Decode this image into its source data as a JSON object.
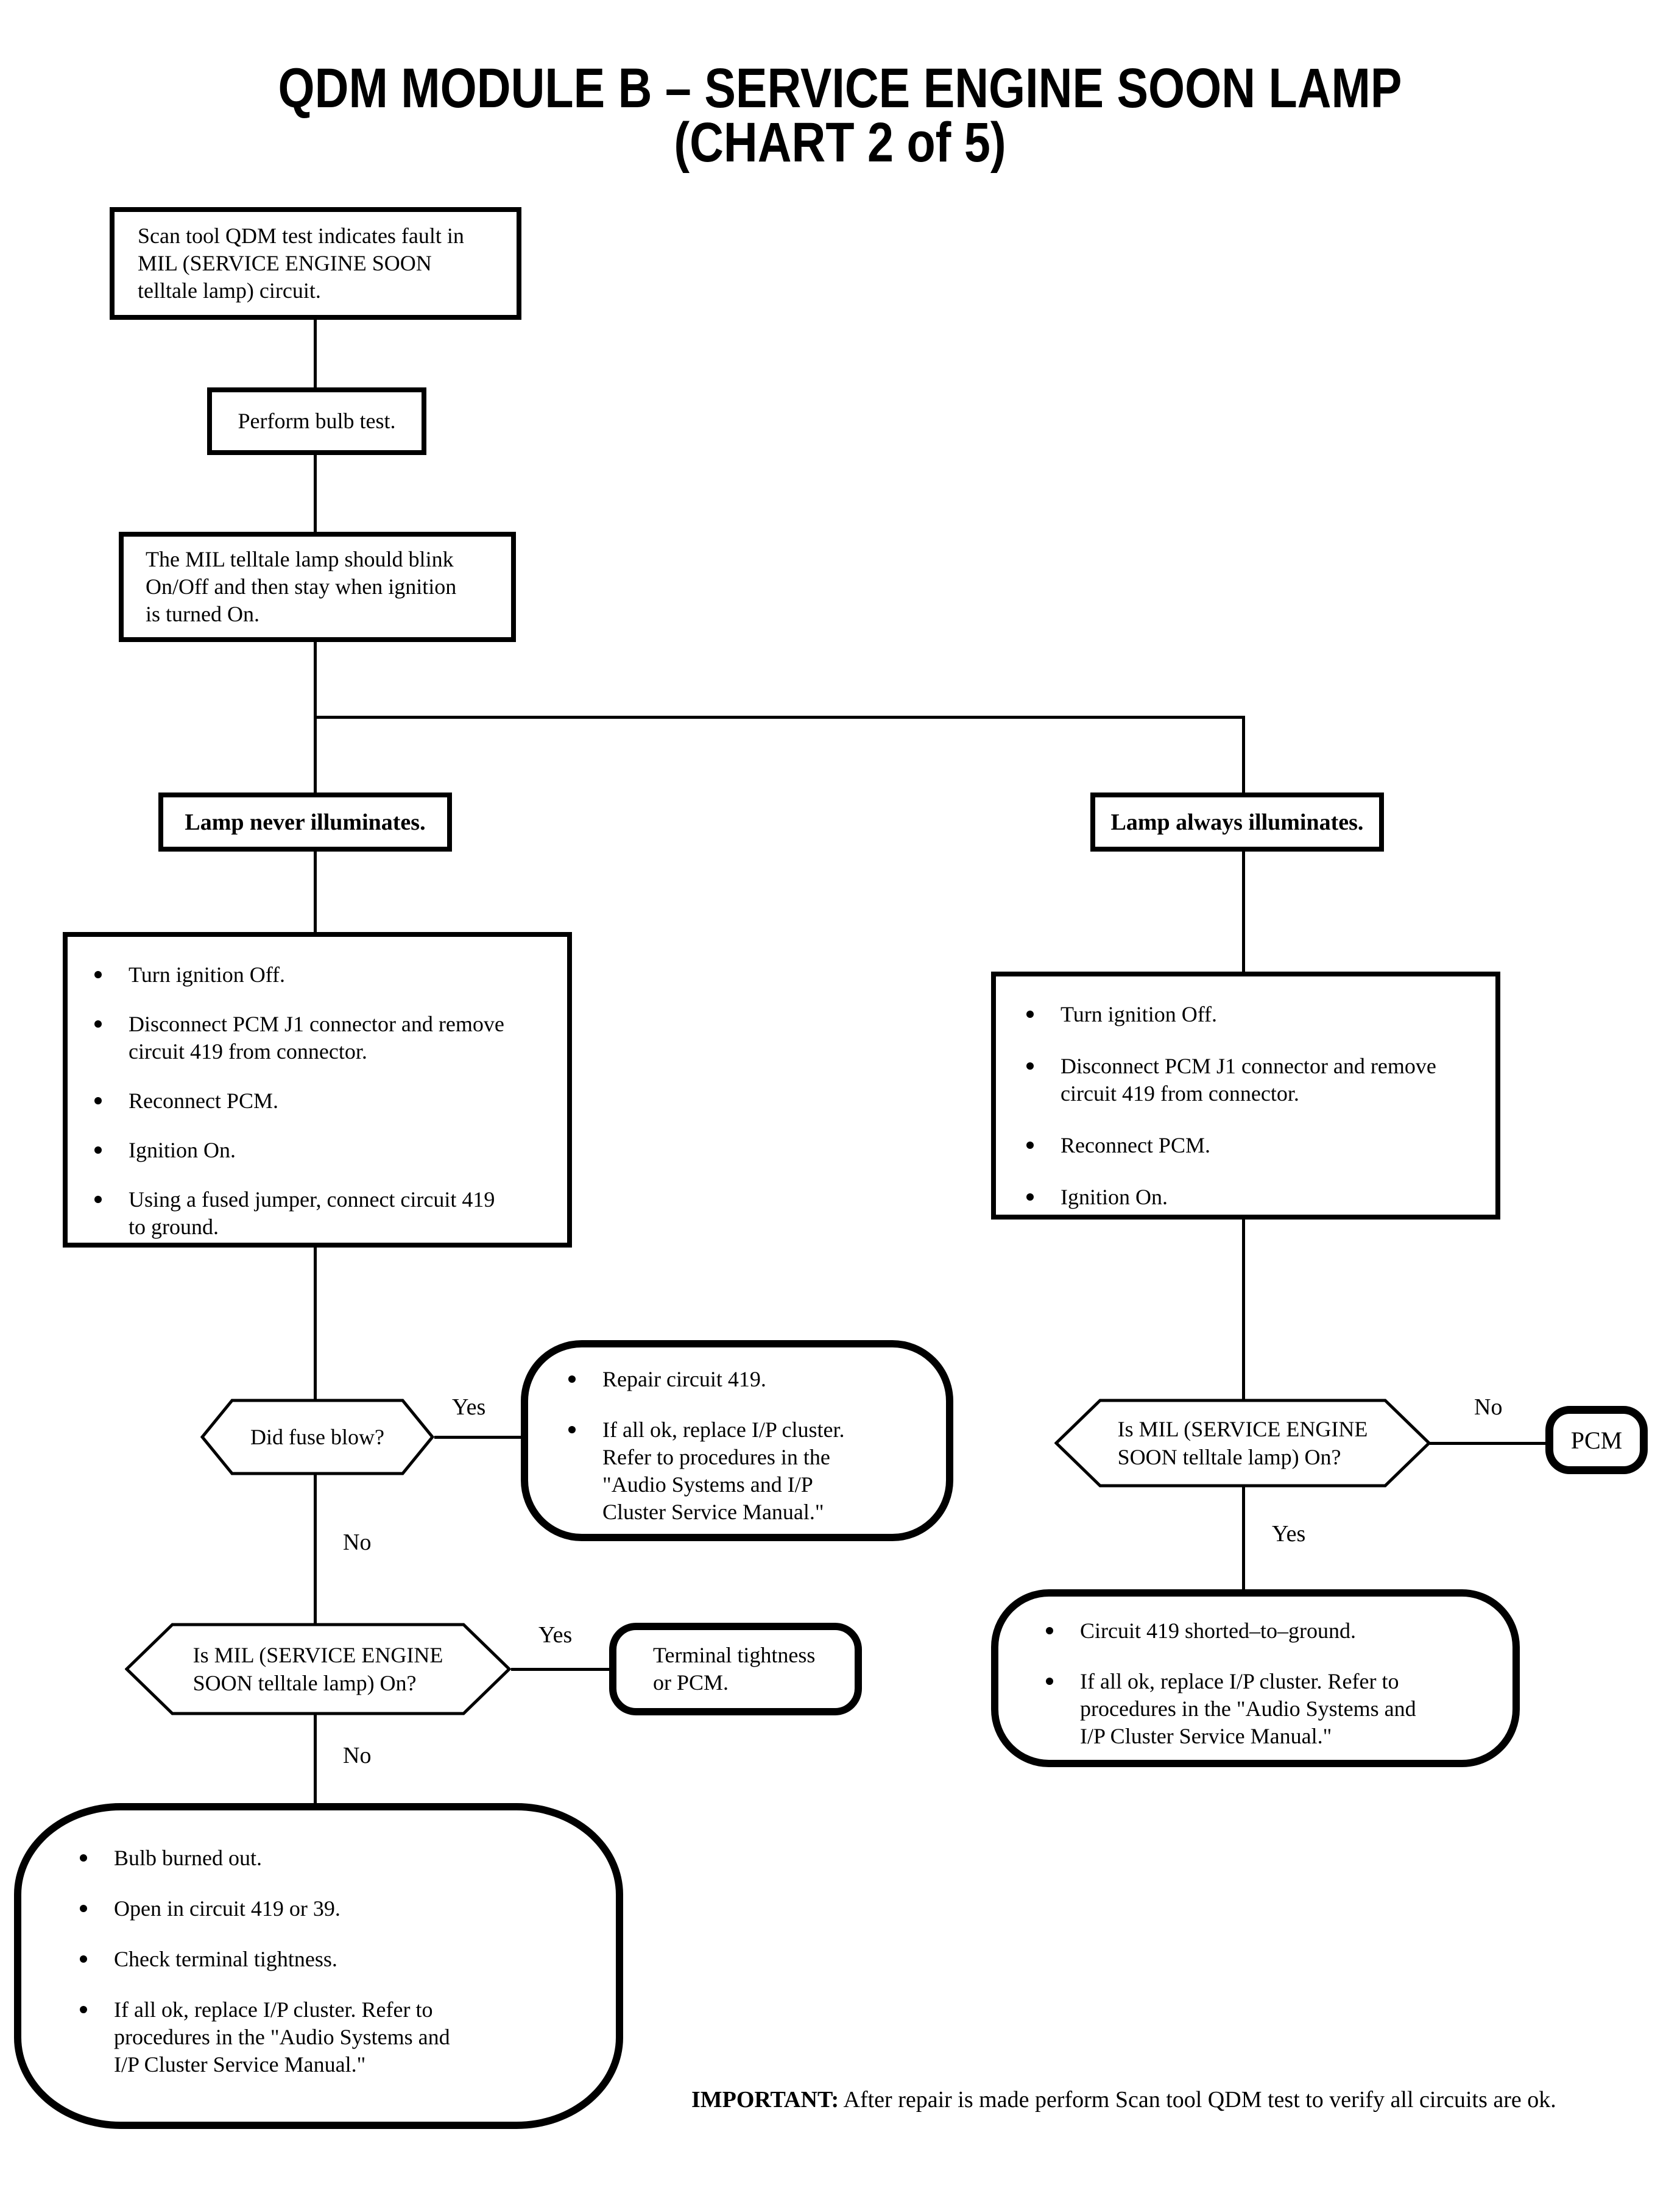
{
  "colors": {
    "ink": "#000000",
    "paper": "#ffffff"
  },
  "title": {
    "line1": "QDM MODULE B – SERVICE ENGINE SOON LAMP",
    "line2": "(CHART 2 of 5)"
  },
  "flow": {
    "start": "Scan tool QDM test indicates fault in\nMIL (SERVICE ENGINE SOON\ntelltale lamp) circuit.",
    "bulb_test": "Perform bulb test.",
    "blink": "The MIL telltale lamp should blink\nOn/Off and then stay when ignition\nis turned On.",
    "branch_left_label": "Lamp never illuminates.",
    "branch_right_label": "Lamp always illuminates.",
    "left_steps": {
      "items": [
        "Turn ignition Off.",
        "Disconnect PCM J1 connector and remove\ncircuit 419 from connector.",
        "Reconnect PCM.",
        "Ignition On.",
        "Using a fused jumper, connect circuit 419\nto ground."
      ]
    },
    "right_steps": {
      "items": [
        "Turn ignition Off.",
        "Disconnect PCM J1 connector and remove\ncircuit 419 from connector.",
        "Reconnect PCM.",
        "Ignition On."
      ]
    },
    "q_fuse": "Did fuse blow?",
    "fuse_yes_result": {
      "items": [
        "Repair circuit 419.",
        "If all ok, replace I/P cluster.\nRefer to procedures in the\n\"Audio Systems and I/P\nCluster Service Manual.\""
      ]
    },
    "q_mil_left": "Is MIL (SERVICE ENGINE\nSOON telltale lamp) On?",
    "mil_left_yes_result": "Terminal tightness\nor PCM.",
    "mil_left_no_result": {
      "items": [
        "Bulb burned out.",
        "Open in circuit 419 or 39.",
        "Check terminal tightness.",
        "If all ok, replace I/P cluster. Refer to\nprocedures in the \"Audio Systems and\nI/P Cluster Service Manual.\""
      ]
    },
    "q_mil_right": "Is MIL (SERVICE ENGINE\nSOON telltale lamp) On?",
    "mil_right_no_result": "PCM",
    "mil_right_yes_result": {
      "items": [
        "Circuit 419 shorted–to–ground.",
        "If all ok, replace I/P cluster. Refer to\nprocedures in the \"Audio Systems and\nI/P Cluster Service Manual.\""
      ]
    },
    "labels": {
      "yes": "Yes",
      "no": "No"
    }
  },
  "footer": {
    "important_label": "IMPORTANT:",
    "important_text": "After repair is made perform Scan tool QDM test to verify all circuits are ok."
  }
}
